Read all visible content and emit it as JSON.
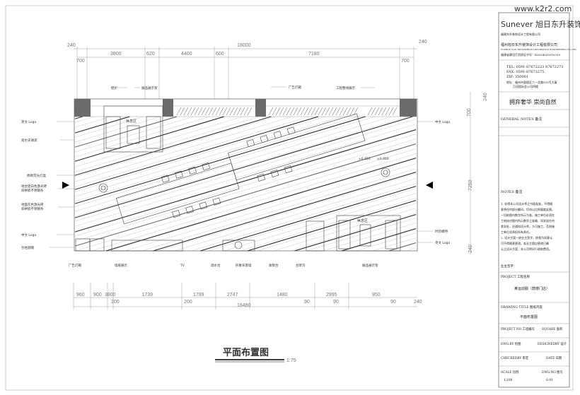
{
  "watermark": "www.k2r2.com",
  "title_block": {
    "logo": "Sunever 旭日东升装饰",
    "logo_sub": "福建东升装饰设计工程有限公司",
    "company_cn": "福州旭日东升装饰设计工程有限公司",
    "company_en": "FUZHOU XUN DONGSHENG DECORATION ENGINEERING CO.,LTD.",
    "license": "福建省建设厅资质证书号：B3034035010319",
    "tel": "TEL:   0591-87672223  87672273",
    "fax": "FAX:   0591-87672275",
    "zip": "ZIP:   350001",
    "address_1": "地址：福州市鼓楼区六一北路555号大厦",
    "address_2": "万冠国际会公司四楼",
    "slogan": "拥弃奢华  崇尚自然",
    "general_notes": "GENERAL NOTES   备注",
    "notes_title": "NOTES   备注",
    "notes": [
      "1. 非得本公司设计师之书面批准，不得随",
      "意将任何部分翻印。切勿以比例量度此图。",
      "一切依图内数字所示为准。施工单位必须在",
      "工地核对图内所示数字之准确，如发现任何",
      "差异处，应通知设计师，方可施工。否则施",
      "工单位须承担所有责任。",
      "2. 设计方案一经业主签字，即视为同意认",
      "可不得随意更改。若业主擅自更改已确",
      "认之设计方案，本公司将另行收取费用。"
    ],
    "owner_sign": "业主签字：",
    "project_label": "PROJECT  工程名称",
    "project_value": "某运动服（鼓楼门店）",
    "drawing_title_label": "DRAWING TITLE    图纸内容",
    "drawing_title_value": "平面布置图",
    "project_no": "PROJECT NO 工程编号",
    "square": "SQUARE  面积",
    "dwg_by": "DWG.BY 绘图",
    "design_by": "DESIGNEDBY 设计",
    "checked_by": "CHECKEDBY 审定",
    "date": "DATE  日期",
    "scale_label": "SCALE  比例",
    "dwg_no_label": "DWG.NO 图号",
    "scale_value": "1:100",
    "dwg_no_value": "S-01"
  },
  "drawing": {
    "title": "平面布置图",
    "scale": "1:75",
    "top_dims": {
      "overall": "18000",
      "left_end": "240",
      "right_end": "240",
      "segments": [
        "700",
        "3800",
        "620",
        "4400",
        "600",
        "7180",
        "700"
      ]
    },
    "bottom_dims": {
      "overall": "18480",
      "segments": [
        "960",
        "900",
        "3800",
        "1739",
        "1799",
        "2747",
        "1480",
        "2995",
        "950"
      ],
      "small": [
        "200",
        "200",
        "90",
        "90",
        "90",
        "240"
      ]
    },
    "right_dims": [
      "240",
      "700",
      "7250",
      "240"
    ],
    "top_labels": [
      "壁炉",
      "展品展示架",
      "广告灯箱",
      "工程整线展示"
    ],
    "left_labels": [
      "英文 Logo",
      "高尔夫球袋",
      "原砌荧光灯盒",
      "地台铝白色激光砖",
      "斜拼嵌不锈钢条",
      "地面灰色激光砖",
      "斜拼嵌不锈钢条",
      "中文 Logo",
      "包柱圆帽"
    ],
    "right_labels": [
      "中文 Logo",
      "时装模特",
      "英文 Logo"
    ],
    "bottom_labels": [
      "广告灯箱",
      "墙纸展示",
      "TV",
      "酒水台",
      "形象背景墙",
      "收银台",
      "台草沟",
      "展品展示架"
    ],
    "room_labels": [
      "休息区",
      "休息区"
    ],
    "level_marks": [
      "±0.150",
      "±0.000"
    ]
  },
  "colors": {
    "pillar": "#6b6b6b",
    "line": "#444444",
    "dim": "#777777"
  }
}
